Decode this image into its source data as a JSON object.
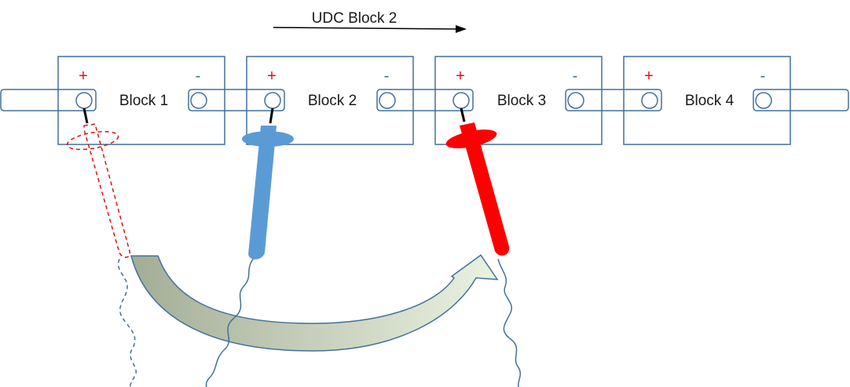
{
  "title": "UDC Block 2",
  "blocks": [
    {
      "label": "Block 1",
      "plus": "+",
      "minus": "-"
    },
    {
      "label": "Block 2",
      "plus": "+",
      "minus": "-"
    },
    {
      "label": "Block 3",
      "plus": "+",
      "minus": "-"
    },
    {
      "label": "Block 4",
      "plus": "+",
      "minus": "-"
    }
  ],
  "colors": {
    "outline": "#41719c",
    "plus_sign": "#e01010",
    "minus_sign": "#3d6e96",
    "black_probe": "#5b9bd5",
    "red_probe": "#ff0000",
    "old_probe_outline": "#e01010",
    "arrow_start": "#a9b39c",
    "arrow_end": "#e6efdc"
  }
}
